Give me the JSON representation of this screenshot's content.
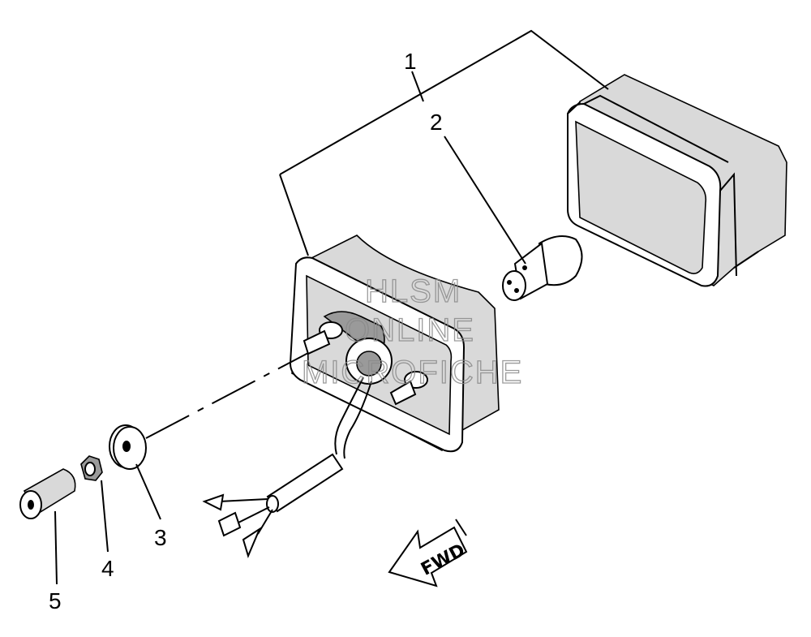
{
  "callouts": [
    {
      "id": "1",
      "label": "1"
    },
    {
      "id": "2",
      "label": "2"
    },
    {
      "id": "3",
      "label": "3"
    },
    {
      "id": "4",
      "label": "4"
    },
    {
      "id": "5",
      "label": "5"
    }
  ],
  "direction_label": "FWD",
  "watermark": [
    "HLSM",
    "ONLINE",
    "MICROFICHE"
  ]
}
